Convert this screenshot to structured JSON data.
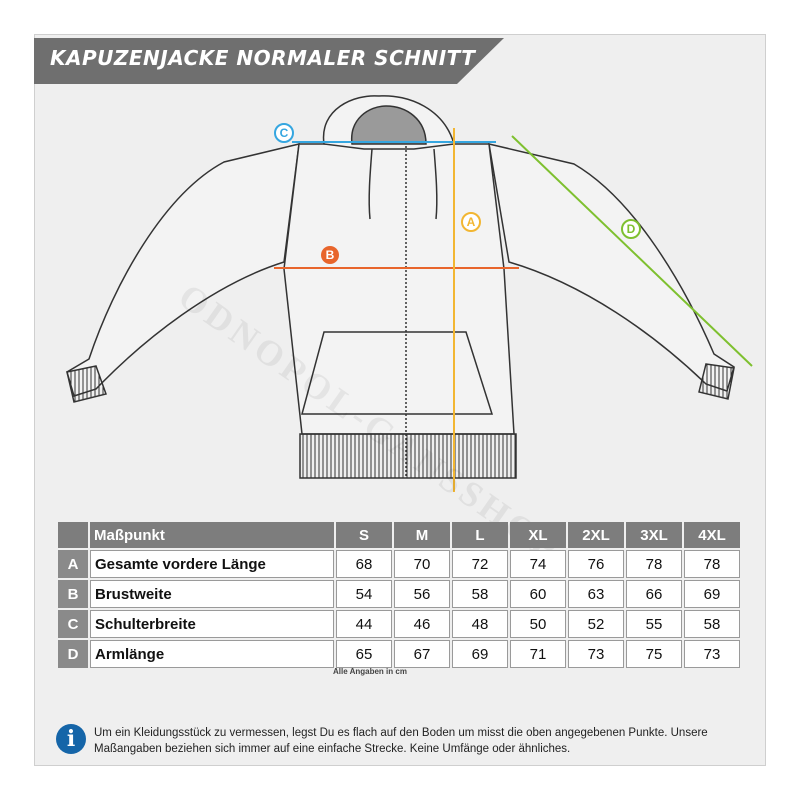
{
  "title": "KAPUZENJACKE NORMALER SCHNITT",
  "watermark": "ODNOPOL-GANSSHOP",
  "markers": [
    {
      "letter": "A",
      "color": "#f2b632"
    },
    {
      "letter": "B",
      "color": "#e8652b"
    },
    {
      "letter": "C",
      "color": "#35a6e0"
    },
    {
      "letter": "D",
      "color": "#7ec02f"
    }
  ],
  "table": {
    "header": {
      "label": "Maßpunkt",
      "sizes": [
        "S",
        "M",
        "L",
        "XL",
        "2XL",
        "3XL",
        "4XL"
      ]
    },
    "rows": [
      {
        "letter": "A",
        "label": "Gesamte vordere Länge",
        "values": [
          "68",
          "70",
          "72",
          "74",
          "76",
          "78",
          "78"
        ]
      },
      {
        "letter": "B",
        "label": "Brustweite",
        "values": [
          "54",
          "56",
          "58",
          "60",
          "63",
          "66",
          "69"
        ]
      },
      {
        "letter": "C",
        "label": "Schulterbreite",
        "values": [
          "44",
          "46",
          "48",
          "50",
          "52",
          "55",
          "58"
        ]
      },
      {
        "letter": "D",
        "label": "Armlänge",
        "values": [
          "65",
          "67",
          "69",
          "71",
          "73",
          "75",
          "73"
        ]
      }
    ]
  },
  "note": "Alle Angaben in cm",
  "info_icon": "info-icon",
  "info_text": "Um ein Kleidungsstück zu vermessen, legst Du es flach auf den Boden um misst die oben angegebenen Punkte. Unsere Maßangaben beziehen sich immer auf eine einfache Strecke. Keine Umfänge oder ähnliches."
}
